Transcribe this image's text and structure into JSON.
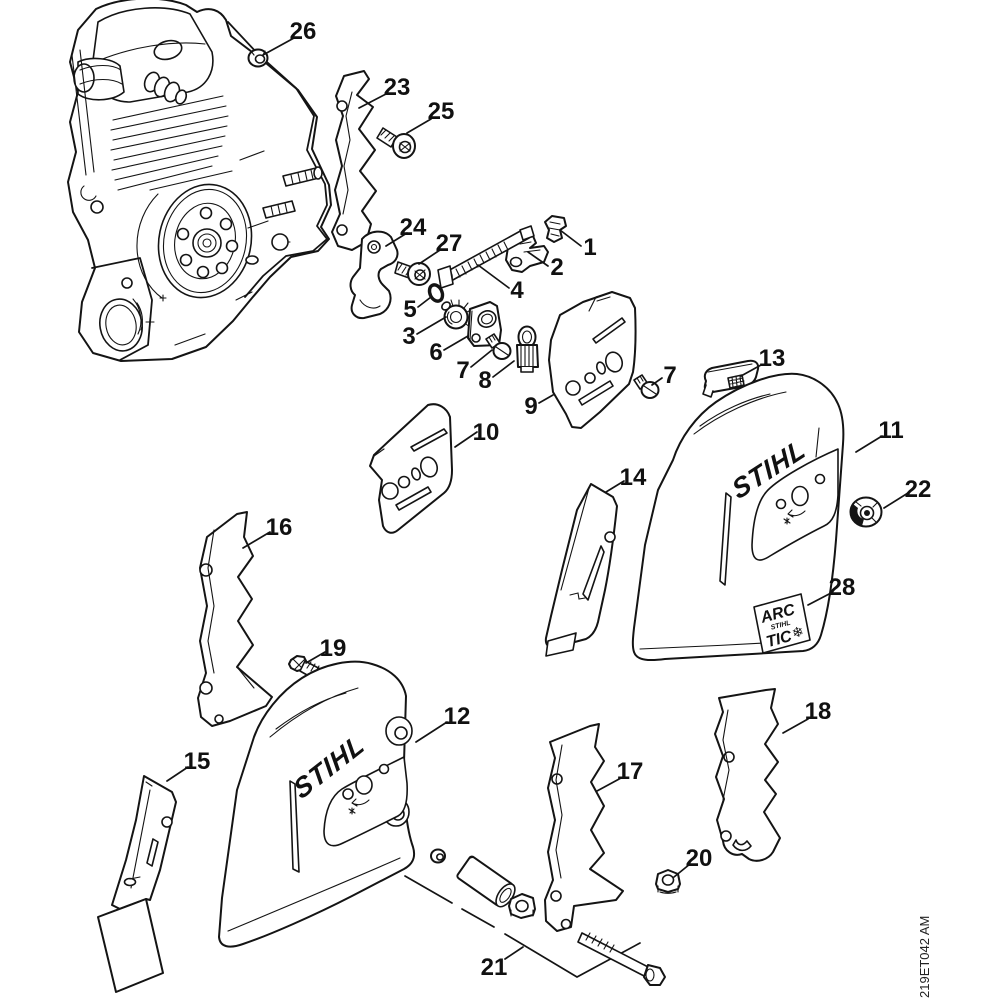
{
  "diagram": {
    "drawing_number": "219ET042 AM",
    "brand": "STIHL",
    "arctic_label": {
      "top": "ARC",
      "middle": "STIHL",
      "bottom": "TIC",
      "snowflake": "❄"
    },
    "callouts": {
      "c1": "1",
      "c2": "2",
      "c3": "3",
      "c4": "4",
      "c5": "5",
      "c6": "6",
      "c7": "7",
      "c8": "8",
      "c9": "9",
      "c10": "10",
      "c11": "11",
      "c12": "12",
      "c13": "13",
      "c14": "14",
      "c15": "15",
      "c16": "16",
      "c17": "17",
      "c18": "18",
      "c19": "19",
      "c20": "20",
      "c21": "21",
      "c22": "22",
      "c23": "23",
      "c24": "24",
      "c25": "25",
      "c26": "26",
      "c27": "27",
      "c28": "28"
    }
  }
}
